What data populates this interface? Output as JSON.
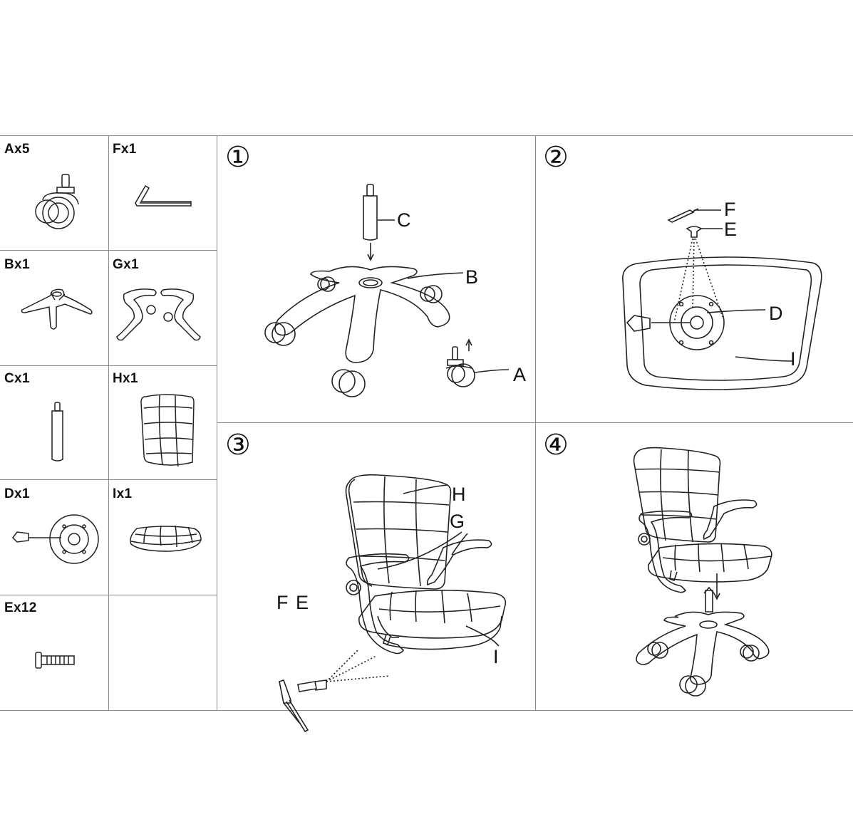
{
  "parts": {
    "A": "Ax5",
    "F": "Fx1",
    "B": "Bx1",
    "G": "Gx1",
    "C": "Cx1",
    "H": "Hx1",
    "D": "Dx1",
    "I": "Ix1",
    "E": "Ex12"
  },
  "steps": [
    "①",
    "②",
    "③",
    "④"
  ],
  "callouts": {
    "step1": [
      "C",
      "B",
      "A"
    ],
    "step2": [
      "F",
      "E",
      "D",
      "I"
    ],
    "step3": [
      "H",
      "G",
      "F",
      "E",
      "I"
    ]
  }
}
